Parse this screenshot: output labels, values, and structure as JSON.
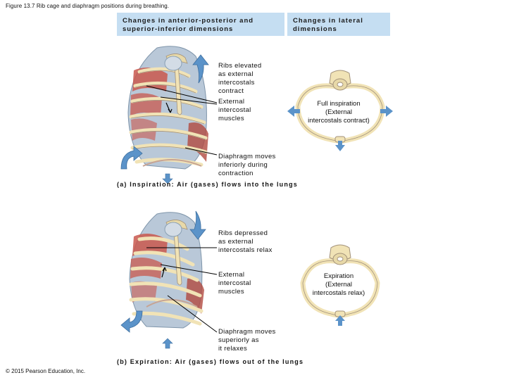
{
  "figure_title": "Figure 13.7 Rib cage and diaphragm positions during breathing.",
  "headers": {
    "anterior_posterior": "Changes in anterior-posterior and\nsuperior-inferior dimensions",
    "lateral": "Changes in lateral\ndimensions"
  },
  "inspiration": {
    "label_ribs": "Ribs elevated\nas external\nintercostals\ncontract",
    "label_muscles": "External\nintercostal\nmuscles",
    "label_diaphragm": "Diaphragm moves\ninferiorly during\ncontraction",
    "caption": "(a) Inspiration: Air (gases) flows into the lungs",
    "lateral_label": "Full inspiration\n(External\nintercostals contract)"
  },
  "expiration": {
    "label_ribs": "Ribs depressed\nas external\nintercostals relax",
    "label_muscles": "External\nintercostal\nmuscles",
    "label_diaphragm": "Diaphragm moves\nsuperiorly as\nit relaxes",
    "caption": "(b) Expiration: Air (gases) flows out of the lungs",
    "lateral_label": "Expiration\n(External\nintercostals relax)"
  },
  "copyright": "© 2015 Pearson Education, Inc.",
  "colors": {
    "header_bg": "#c5def2",
    "bone": "#f1e3b6",
    "muscle": "#c9584e",
    "arrow_blue": "#5b93c9",
    "rib_shadow": "#8aa0b4"
  }
}
